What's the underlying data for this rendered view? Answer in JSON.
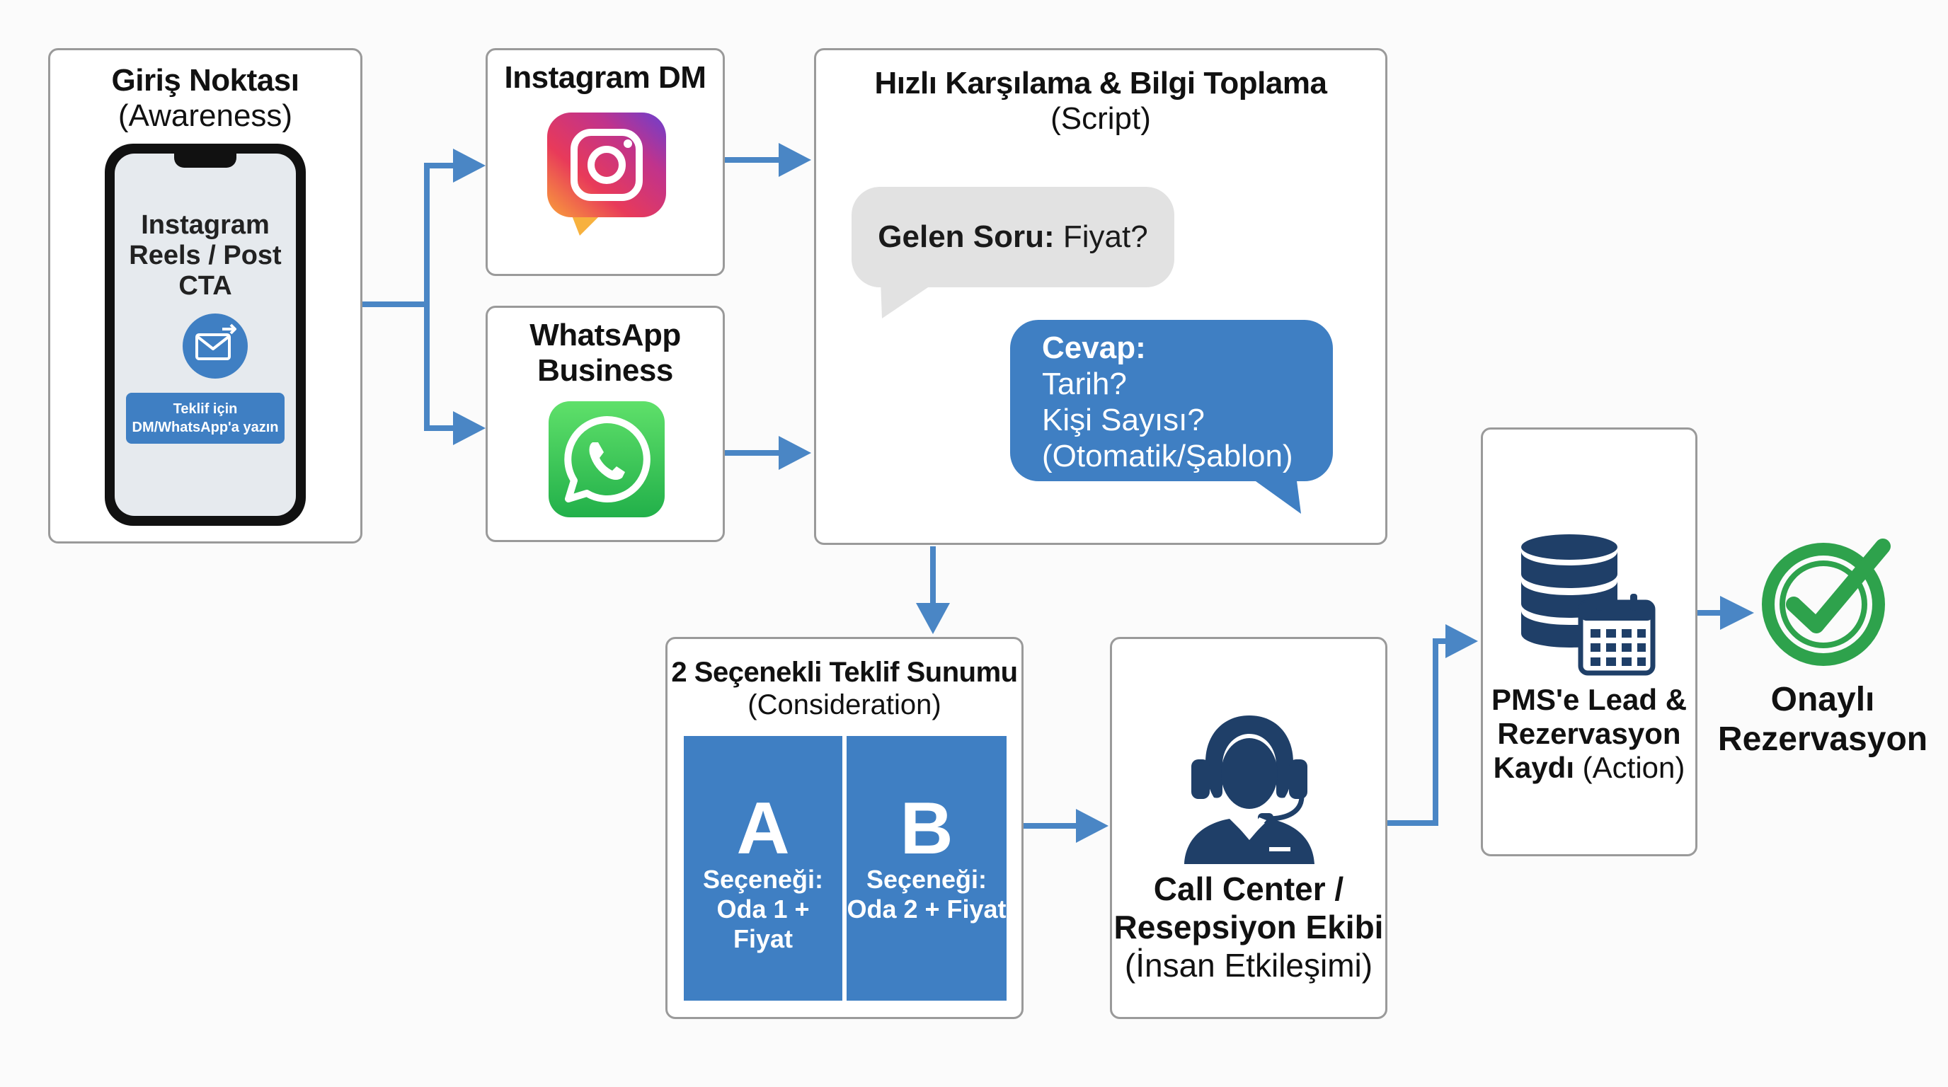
{
  "entry": {
    "title": "Giriş Noktası",
    "subtitle": "(Awareness)",
    "phone_line1": "Instagram",
    "phone_line2": "Reels / Post",
    "phone_line3": "CTA",
    "cta_line1": "Teklif için",
    "cta_line2": "DM/WhatsApp'a yazın"
  },
  "instagram": {
    "title": "Instagram DM"
  },
  "whatsapp": {
    "title_line1": "WhatsApp",
    "title_line2": "Business"
  },
  "script": {
    "title": "Hızlı Karşılama & Bilgi Toplama",
    "subtitle": "(Script)",
    "question_label": "Gelen Soru:",
    "question_text": "Fiyat?",
    "answer_label": "Cevap:",
    "answer_line1": "Tarih?",
    "answer_line2": "Kişi Sayısı?",
    "answer_line3": "(Otomatik/Şablon)"
  },
  "offer": {
    "title": "2 Seçenekli Teklif Sunumu",
    "subtitle": "(Consideration)",
    "options": [
      {
        "letter": "A",
        "line1": "Seçeneği:",
        "line2": "Oda 1 + Fiyat"
      },
      {
        "letter": "B",
        "line1": "Seçeneği:",
        "line2": "Oda 2 + Fiyat"
      }
    ]
  },
  "callcenter": {
    "line1": "Call Center /",
    "line2": "Resepsiyon Ekibi",
    "line3": "(İnsan Etkileşimi)"
  },
  "pms": {
    "line1": "PMS'e Lead &",
    "line2": "Rezervasyon",
    "line3_bold": "Kaydı",
    "line3_rest": "(Action)"
  },
  "confirmed": {
    "line1": "Onaylı",
    "line2": "Rezervasyon"
  },
  "colors": {
    "accent_blue": "#3f7fc3",
    "arrow_blue": "#4a86c5",
    "dark_navy": "#1f3f68",
    "check_green": "#2ea24c",
    "border_gray": "#9a9a9a"
  },
  "icons": [
    "smartphone-icon",
    "mail-icon",
    "instagram-icon",
    "whatsapp-icon",
    "headset-agent-icon",
    "database-icon",
    "calendar-icon",
    "check-circle-icon"
  ]
}
